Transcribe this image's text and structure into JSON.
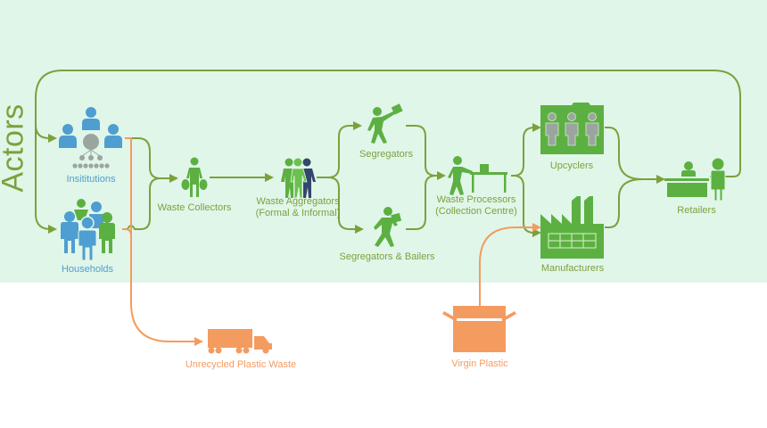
{
  "diagram": {
    "section_title": "Actors",
    "colors": {
      "background_band": "#e0f6e9",
      "flow_green": "#7ea03c",
      "icon_green": "#5cb041",
      "icon_blue": "#4f9ed1",
      "icon_gray": "#9aa5a0",
      "icon_navy": "#34466b",
      "flow_orange": "#f49b5f"
    },
    "nodes": {
      "institutions": {
        "label": "Insititutions",
        "icon": "institution-people-icon"
      },
      "households": {
        "label": "Households",
        "icon": "family-icon"
      },
      "waste_collectors": {
        "label": "Waste Collectors",
        "icon": "collector-with-bags-icon"
      },
      "waste_aggregators": {
        "label_line1": "Waste Aggregators",
        "label_line2": "(Formal & Informal)",
        "icon": "group-people-icon"
      },
      "segregators": {
        "label": "Segregators",
        "icon": "person-throwing-icon"
      },
      "segregators_bailers": {
        "label": "Segregators & Bailers",
        "icon": "person-carrying-box-icon"
      },
      "waste_processors": {
        "label_line1": "Waste Processors",
        "label_line2": "(Collection Centre)",
        "icon": "person-at-table-icon"
      },
      "upcyclers": {
        "label": "Upcyclers",
        "icon": "upcycler-folder-icon"
      },
      "manufacturers": {
        "label": "Manufacturers",
        "icon": "factory-icon"
      },
      "retailers": {
        "label": "Retailers",
        "icon": "shop-counter-icon"
      },
      "unrecycled": {
        "label": "Unrecycled Plastic Waste",
        "icon": "truck-icon"
      },
      "virgin_plastic": {
        "label": "Virgin Plastic",
        "icon": "open-box-icon"
      }
    },
    "flows": [
      {
        "from": "Retailers",
        "to": "Insititutions",
        "color": "green"
      },
      {
        "from": "Retailers",
        "to": "Households",
        "color": "green"
      },
      {
        "from": "Insititutions",
        "to": "Waste Collectors",
        "color": "green"
      },
      {
        "from": "Households",
        "to": "Waste Collectors",
        "color": "green"
      },
      {
        "from": "Waste Collectors",
        "to": "Waste Aggregators",
        "color": "green"
      },
      {
        "from": "Waste Aggregators",
        "to": "Segregators",
        "color": "green"
      },
      {
        "from": "Waste Aggregators",
        "to": "Segregators & Bailers",
        "color": "green"
      },
      {
        "from": "Segregators",
        "to": "Waste Processors",
        "color": "green"
      },
      {
        "from": "Segregators & Bailers",
        "to": "Waste Processors",
        "color": "green"
      },
      {
        "from": "Waste Processors",
        "to": "Upcyclers",
        "color": "green"
      },
      {
        "from": "Waste Processors",
        "to": "Manufacturers",
        "color": "green"
      },
      {
        "from": "Upcyclers",
        "to": "Retailers",
        "color": "green"
      },
      {
        "from": "Manufacturers",
        "to": "Retailers",
        "color": "green"
      },
      {
        "from": "Insititutions",
        "to": "Unrecycled Plastic Waste",
        "color": "orange"
      },
      {
        "from": "Households",
        "to": "Unrecycled Plastic Waste",
        "color": "orange"
      },
      {
        "from": "Virgin Plastic",
        "to": "Manufacturers",
        "color": "orange"
      }
    ]
  }
}
